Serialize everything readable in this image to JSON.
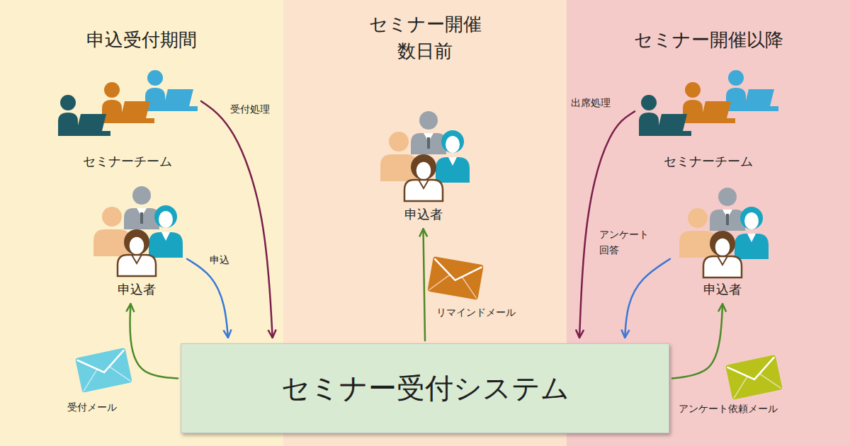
{
  "diagram": {
    "nodes": [
      {
        "text": [
          "申込受付期間"
        ]
      },
      {
        "text": [
          "セミナーチーム"
        ],
        "in": 0
      },
      {
        "text": [
          "申込者"
        ],
        "in": 0
      },
      {
        "text": [
          "セミナー開催 数日前"
        ]
      },
      {
        "text": [
          "申込者"
        ],
        "in": 3
      },
      {
        "text": [
          "セミナー開催以降"
        ]
      },
      {
        "text": [
          "セミナーチーム"
        ],
        "in": 5
      },
      {
        "text": [
          "申込者"
        ],
        "in": 5
      },
      {
        "text": [
          "セミナー受付システム"
        ]
      }
    ],
    "edges": [
      {
        "from": 1,
        "to": 8,
        "arrow": "to",
        "label": "受付処理"
      },
      {
        "from": 2,
        "to": 8,
        "arrow": "to",
        "label": "申込"
      },
      {
        "from": 8,
        "to": 2,
        "arrow": "to",
        "label": "受付メール"
      },
      {
        "from": 8,
        "to": 4,
        "arrow": "to",
        "label": "リマインドメール"
      },
      {
        "from": 6,
        "to": 8,
        "arrow": "to",
        "label": "出席処理"
      },
      {
        "from": 7,
        "to": 8,
        "arrow": "to",
        "label": "アンケート 回答"
      },
      {
        "from": 8,
        "to": 7,
        "arrow": "to",
        "label": "アンケート依頼メール"
      }
    ]
  }
}
